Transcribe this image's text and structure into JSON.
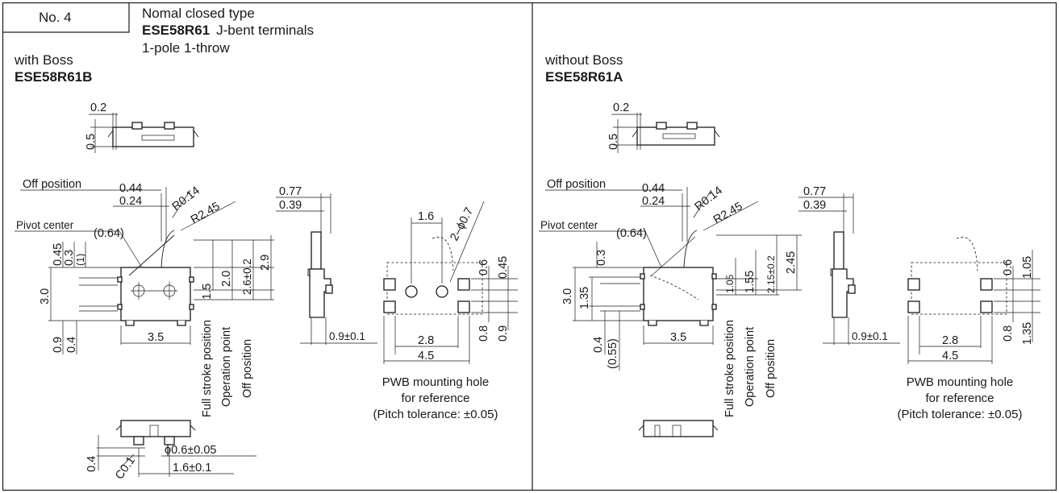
{
  "header": {
    "number_label": "No. 4",
    "type_title": "Nomal closed type",
    "part_code": "ESE58R61",
    "terminal_type": "J-bent terminals",
    "poles": "1-pole 1-throw"
  },
  "left": {
    "variant": "with Boss",
    "part_number": "ESE58R61B",
    "dims": {
      "d02": "0.2",
      "d05": "0.5",
      "off_position": "Off position",
      "d044": "0.44",
      "d024": "0.24",
      "r014": "R0.14",
      "r245": "R2.45",
      "pivot_center": "Pivot center",
      "d064": "(0.64)",
      "d045": "0.45",
      "d03": "0.3",
      "d1": "(1)",
      "d30": "3.0",
      "d09": "0.9",
      "d04": "0.4",
      "d35": "3.5",
      "d15": "1.5",
      "d20": "2.0",
      "d26": "2.6±0.2",
      "d29": "2.9",
      "full_stroke": "Full stroke position",
      "operation_point": "Operation point",
      "off_pos_v": "Off position",
      "s077": "0.77",
      "s039": "0.39",
      "s09": "0.9±0.1",
      "c04": "0.4",
      "c01": "C0.1",
      "phi06": "ϕ0.6±0.05",
      "d16b": "1.6±0.1"
    },
    "pwb": {
      "p16": "1.6",
      "phi07": "2–ϕ0.7",
      "p06": "0.6",
      "p045": "0.45",
      "p08": "0.8",
      "p09": "0.9",
      "p28": "2.8",
      "p45": "4.5",
      "caption1": "PWB mounting hole",
      "caption2": "for reference",
      "caption3": "(Pitch tolerance: ±0.05)"
    }
  },
  "right": {
    "variant": "without Boss",
    "part_number": "ESE58R61A",
    "dims": {
      "d02": "0.2",
      "d05": "0.5",
      "off_position": "Off position",
      "d044": "0.44",
      "d024": "0.24",
      "r014": "R0.14",
      "r245": "R2.45",
      "pivot_center": "Pivot center",
      "d064": "(0.64)",
      "d03": "0.3",
      "d30": "3.0",
      "d135": "1.35",
      "d04": "0.4",
      "d055": "(0.55)",
      "d35": "3.5",
      "d105": "1.05",
      "d155": "1.55",
      "d215": "2.15±0.2",
      "d245": "2.45",
      "full_stroke": "Full stroke position",
      "operation_point": "Operation point",
      "off_pos_v": "Off position",
      "s077": "0.77",
      "s039": "0.39",
      "s09": "0.9±0.1"
    },
    "pwb": {
      "p06": "0.6",
      "p105": "1.05",
      "p08": "0.8",
      "p135": "1.35",
      "p28": "2.8",
      "p45": "4.5",
      "caption1": "PWB mounting hole",
      "caption2": "for reference",
      "caption3": "(Pitch tolerance: ±0.05)"
    }
  }
}
